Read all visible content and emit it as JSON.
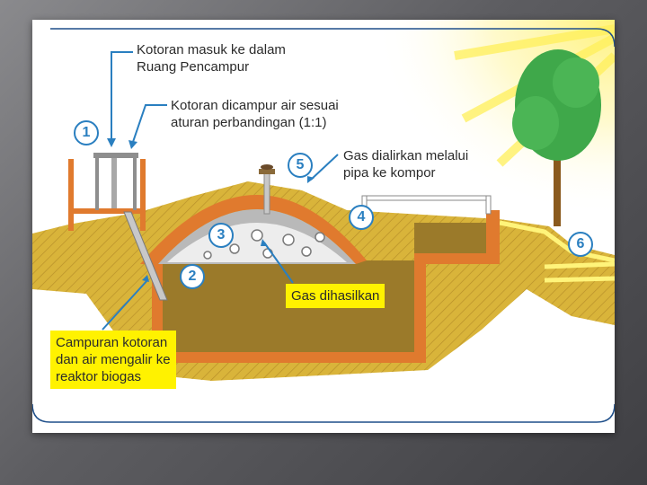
{
  "labels": {
    "l1a": "Kotoran masuk ke dalam",
    "l1b": "Ruang Pencampur",
    "l2a": "Kotoran dicampur air sesuai",
    "l2b": "aturan perbandingan (1:1)",
    "l3a": "Gas dialirkan melalui",
    "l3b": "pipa ke kompor",
    "l4": "Gas dihasilkan",
    "l5a": "Campuran kotoran",
    "l5b": "dan air mengalir ke",
    "l5c": "reaktor biogas"
  },
  "markers": [
    "1",
    "2",
    "3",
    "4",
    "5",
    "6"
  ],
  "colors": {
    "soil": "#d9b43a",
    "sludge": "#9b7a2a",
    "wall": "#e07a2e",
    "dome": "#b9b9b9",
    "arrow": "#2a7fc0",
    "tree": "#3fa84a",
    "sun": "#fff27a"
  }
}
